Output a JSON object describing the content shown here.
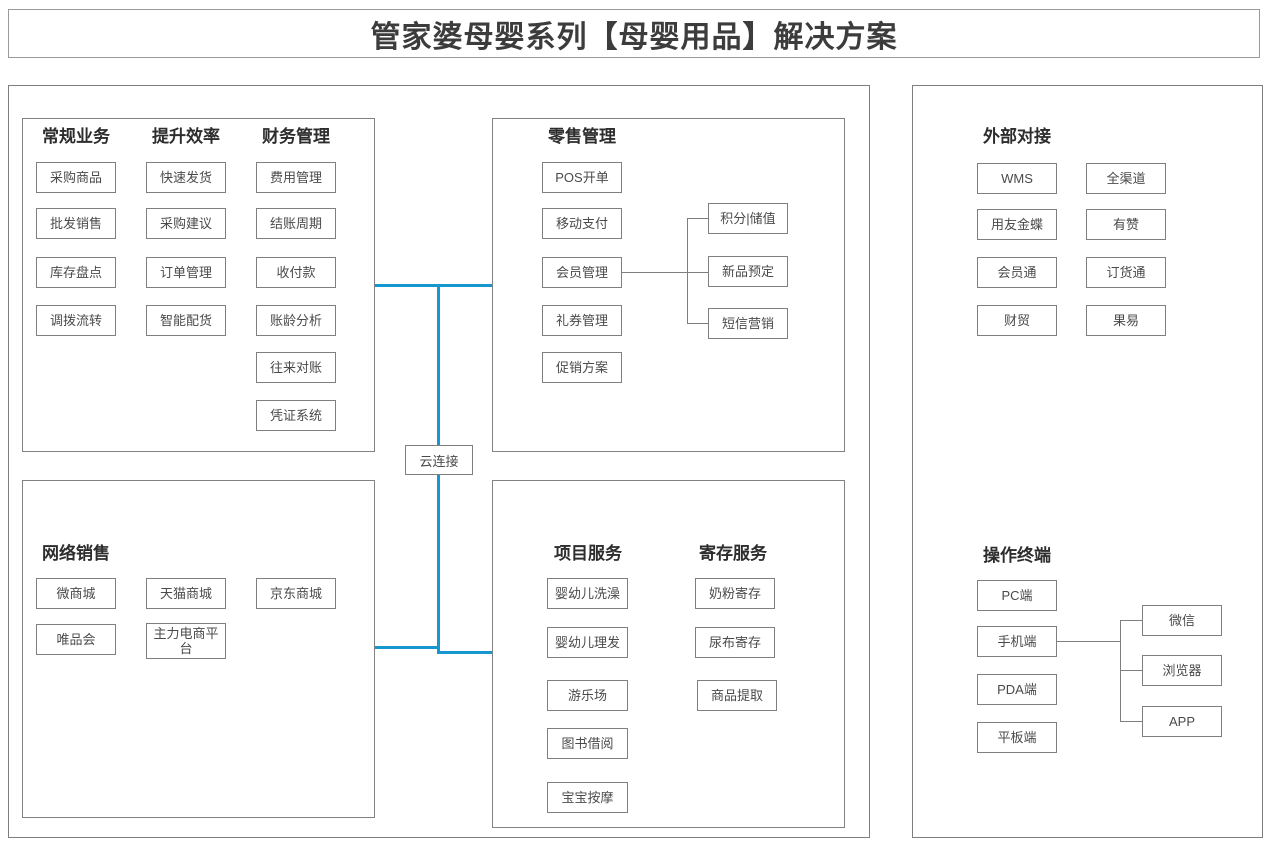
{
  "title": "管家婆母婴系列【母婴用品】解决方案",
  "cloud": {
    "label": "云连接"
  },
  "colors": {
    "connector_blue": "#1697d0",
    "box_border_gray": "#7f7f7f"
  },
  "sections": {
    "regular": {
      "header": "常规业务",
      "items": [
        "采购商品",
        "批发销售",
        "库存盘点",
        "调拨流转"
      ]
    },
    "efficiency": {
      "header": "提升效率",
      "items": [
        "快速发货",
        "采购建议",
        "订单管理",
        "智能配货"
      ]
    },
    "finance": {
      "header": "财务管理",
      "items": [
        "费用管理",
        "结账周期",
        "收付款",
        "账龄分析",
        "往来对账",
        "凭证系统"
      ]
    },
    "retail": {
      "header": "零售管理",
      "items": [
        "POS开单",
        "移动支付",
        "会员管理",
        "礼券管理",
        "促销方案"
      ],
      "member_subitems": [
        "积分|储值",
        "新品预定",
        "短信营销"
      ]
    },
    "online": {
      "header": "网络销售",
      "items": [
        "微商城",
        "天猫商城",
        "京东商城",
        "唯品会",
        "主力电商平台"
      ]
    },
    "projects": {
      "header": "项目服务",
      "items": [
        "婴幼儿洗澡",
        "婴幼儿理发",
        "游乐场",
        "图书借阅",
        "宝宝按摩"
      ]
    },
    "deposit": {
      "header": "寄存服务",
      "items": [
        "奶粉寄存",
        "尿布寄存",
        "商品提取"
      ]
    },
    "external": {
      "header": "外部对接",
      "items": [
        "WMS",
        "全渠道",
        "用友金蝶",
        "有赞",
        "会员通",
        "订货通",
        "财贸",
        "果易"
      ]
    },
    "terminals": {
      "header": "操作终端",
      "items": [
        "PC端",
        "手机端",
        "PDA端",
        "平板端"
      ],
      "mobile_subitems": [
        "微信",
        "浏览器",
        "APP"
      ]
    }
  }
}
